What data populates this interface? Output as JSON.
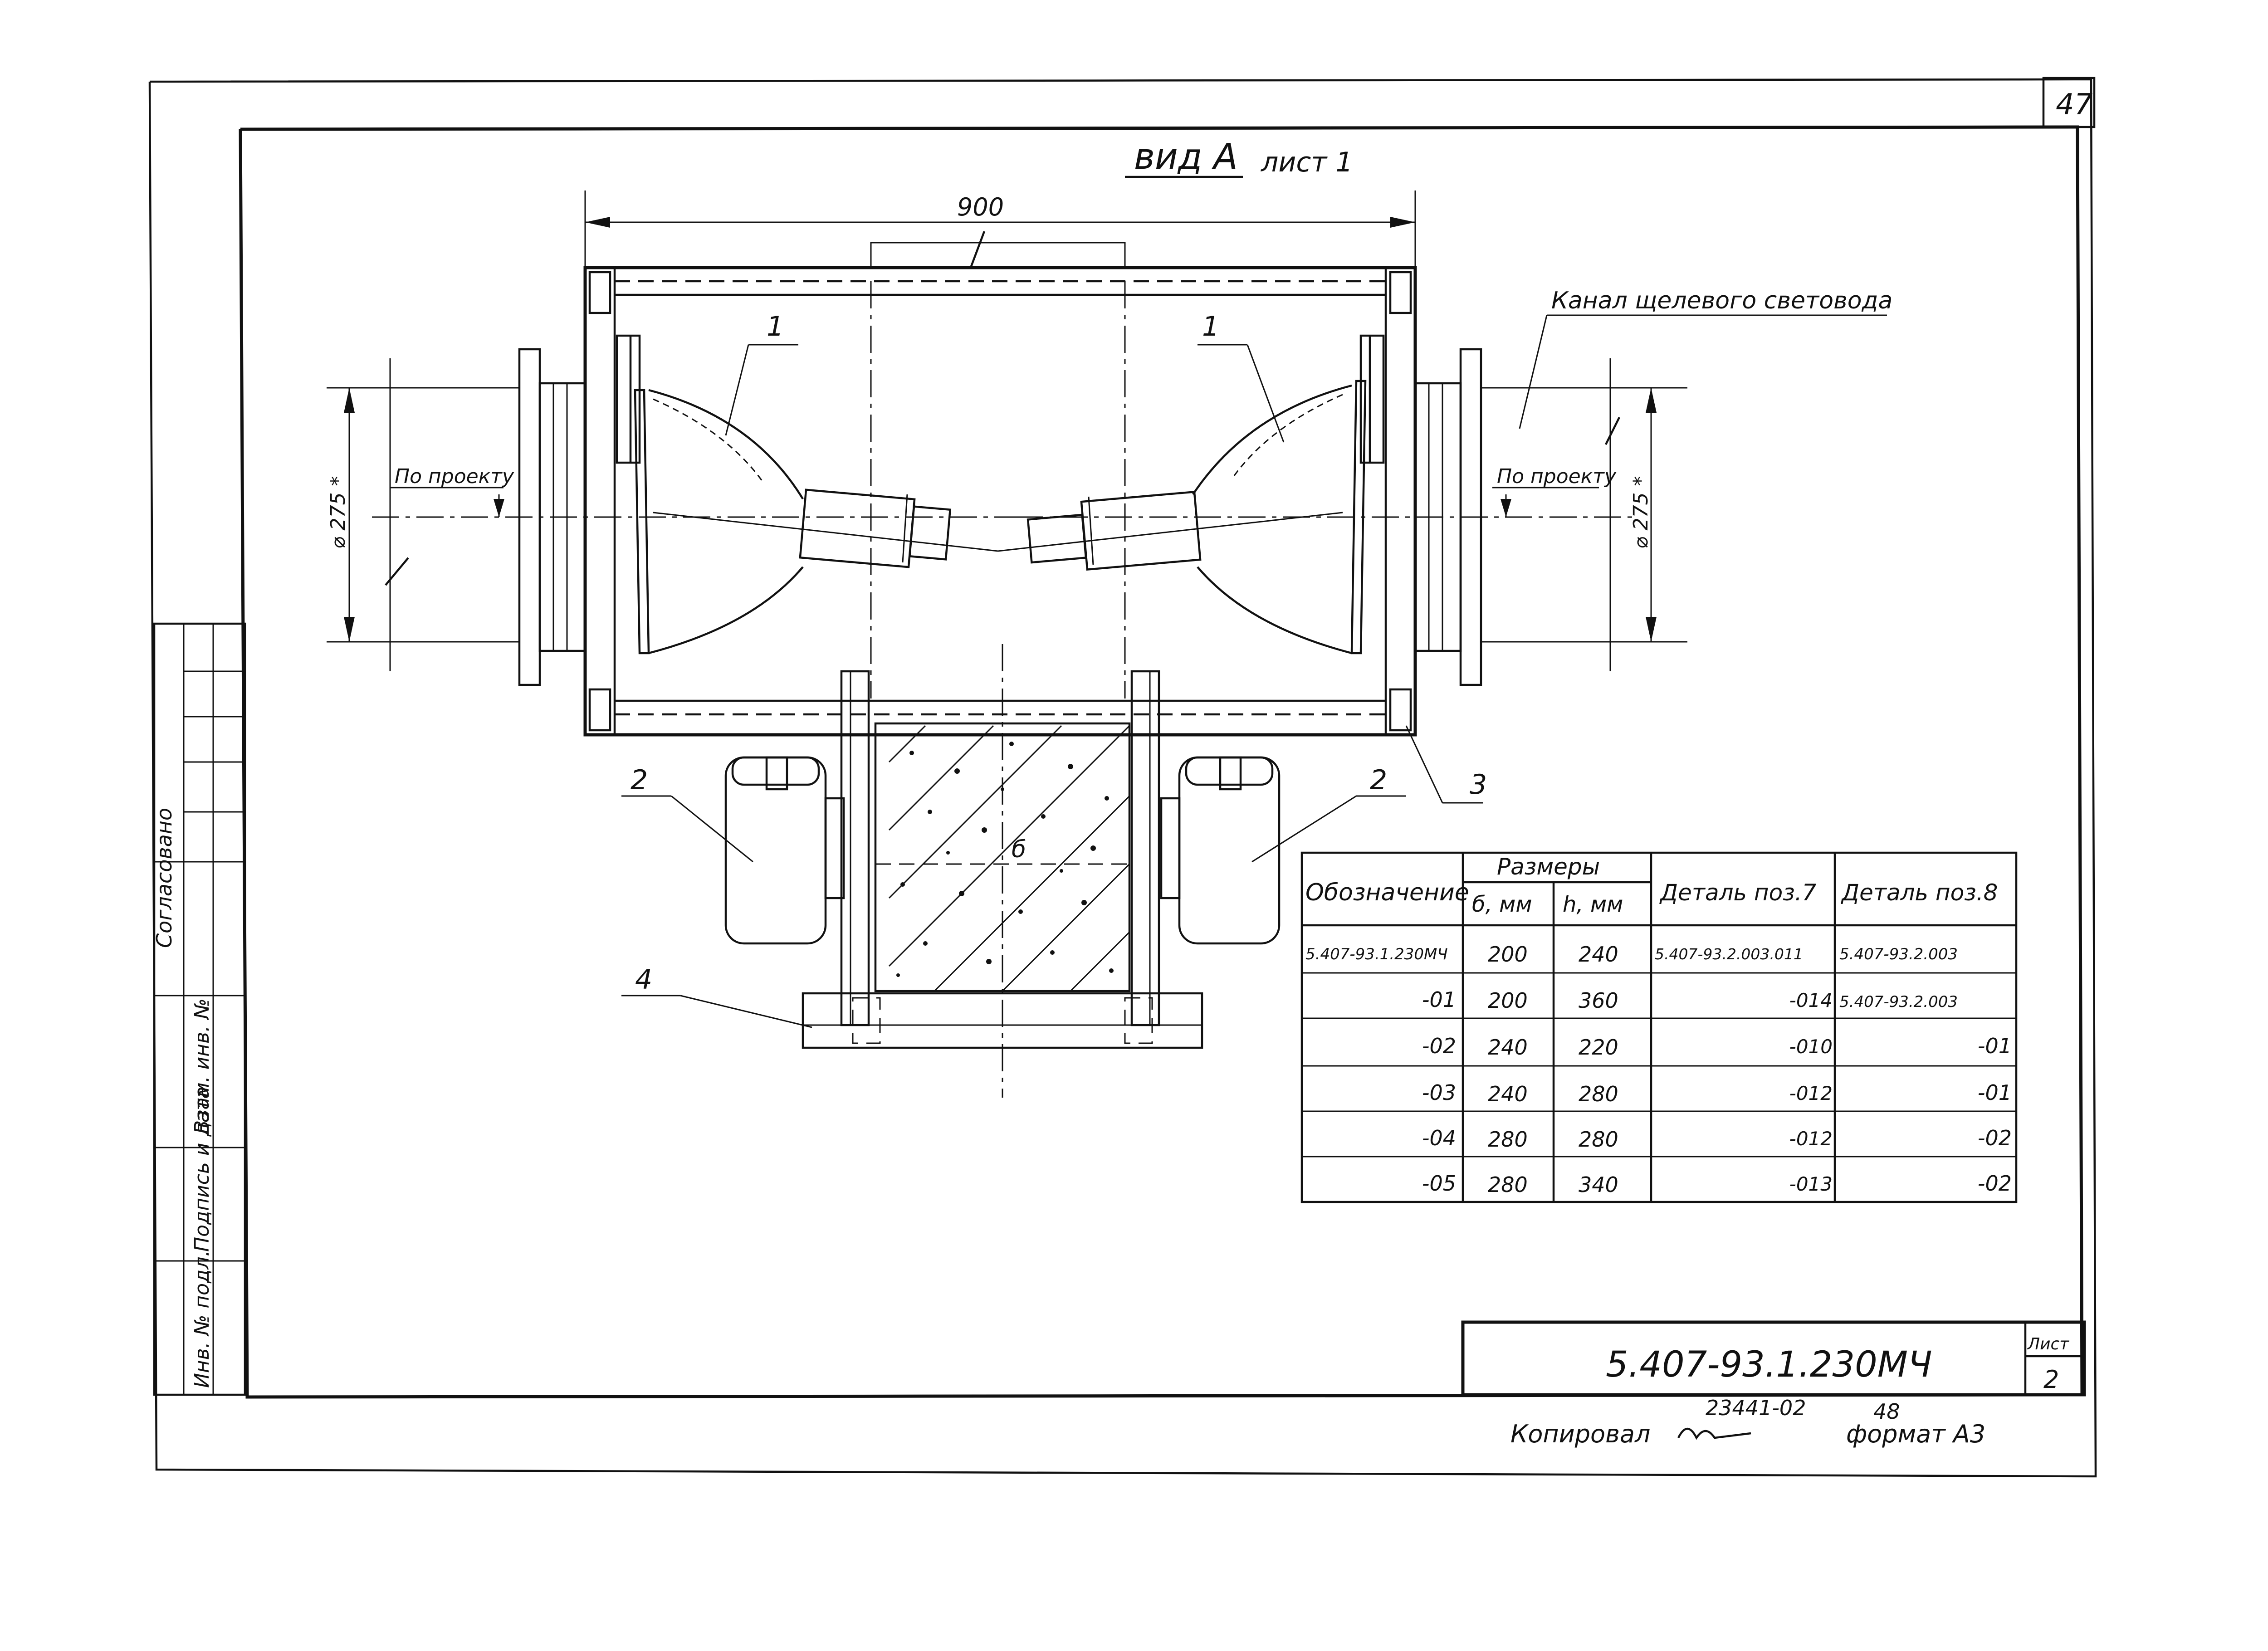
{
  "sheet": {
    "page_number": "47",
    "view_title": "вид А",
    "view_sheet_ref": "лист 1",
    "overall_width_dim": "900",
    "dimension_dia_left": "⌀ 275 *",
    "dimension_dia_right": "⌀ 275 *",
    "label_by_project_left": "По проекту",
    "label_by_project_right": "По проекту",
    "label_channel": "Канал щелевого световода",
    "callouts": [
      "1",
      "1",
      "2",
      "2",
      "3",
      "4"
    ],
    "section_mark": "б",
    "left_stamp_header": "Согласовано",
    "left_stamp_fields": [
      "Инв. № подл.",
      "Подпись и дата",
      "Взам. инв. №"
    ]
  },
  "table": {
    "header_designation": "Обозначение",
    "header_sizes": "Размеры",
    "header_b": "б, мм",
    "header_h": "h, мм",
    "header_det7": "Деталь поз.7",
    "header_det8": "Деталь поз.8",
    "rows": [
      {
        "designation": "5.407-93.1.230МЧ",
        "b": "200",
        "h": "240",
        "det7": "5.407-93.2.003.011",
        "det8": "5.407-93.2.003"
      },
      {
        "designation": "-01",
        "b": "200",
        "h": "360",
        "det7": "-014",
        "det8": "5.407-93.2.003"
      },
      {
        "designation": "-02",
        "b": "240",
        "h": "220",
        "det7": "-010",
        "det8": "-01"
      },
      {
        "designation": "-03",
        "b": "240",
        "h": "280",
        "det7": "-012",
        "det8": "-01"
      },
      {
        "designation": "-04",
        "b": "280",
        "h": "280",
        "det7": "-012",
        "det8": "-02"
      },
      {
        "designation": "-05",
        "b": "280",
        "h": "340",
        "det7": "-013",
        "det8": "-02"
      }
    ]
  },
  "title_block": {
    "document_code": "5.407-93.1.230МЧ",
    "sheet_label": "Лист",
    "sheet_number": "2"
  },
  "footer": {
    "copied_by": "Копировал",
    "order_number": "23441-02",
    "page_number": "48",
    "format": "формат А3"
  }
}
